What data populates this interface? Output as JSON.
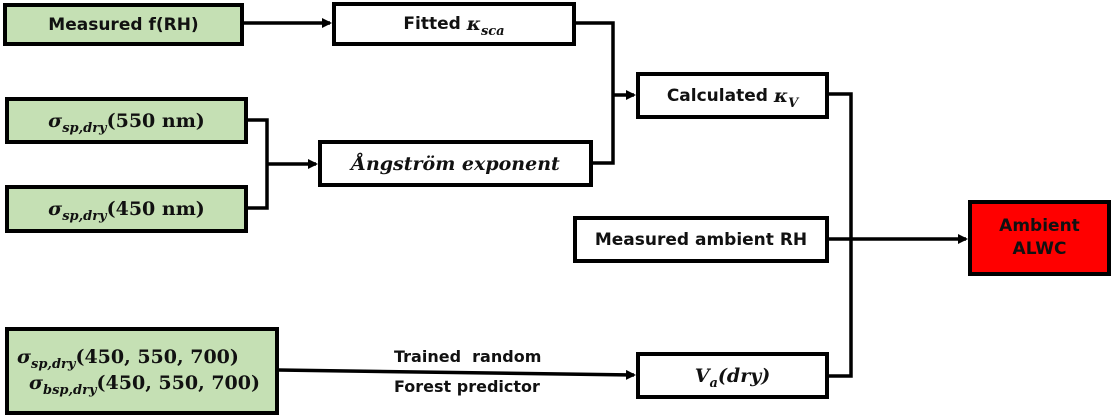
{
  "inputs": {
    "measured_frh": "Measured f(RH)",
    "sigma_550": {
      "symbol": "σ",
      "sub": "sp,dry",
      "arg": "(550 nm)"
    },
    "sigma_450": {
      "symbol": "σ",
      "sub": "sp,dry",
      "arg": "(450 nm)"
    },
    "rf_inputs": [
      {
        "symbol": "σ",
        "sub": "sp,dry",
        "arg": "(450, 550, 700)"
      },
      {
        "symbol": "σ",
        "sub": "bsp,dry",
        "arg": "(450, 550, 700)"
      }
    ]
  },
  "intermediate": {
    "fitted_kappa": {
      "prefix": "Fitted ",
      "symbol": "κ",
      "sub": "sca"
    },
    "angstrom": "Ångström exponent",
    "calculated_kappa": {
      "prefix": "Calculated ",
      "symbol": "κ",
      "sub": "V"
    },
    "measured_rh": "Measured ambient RH",
    "va_dry": {
      "symbol": "V",
      "sub": "a",
      "arg": "(dry)"
    }
  },
  "edge_labels": {
    "rf_line1": "Trained  random",
    "rf_line2": "Forest predictor"
  },
  "output": {
    "line1": "Ambient",
    "line2": "ALWC"
  },
  "colors": {
    "input_fill": "#c5e0b4",
    "output_fill": "#ff0000",
    "stroke": "#000000"
  }
}
